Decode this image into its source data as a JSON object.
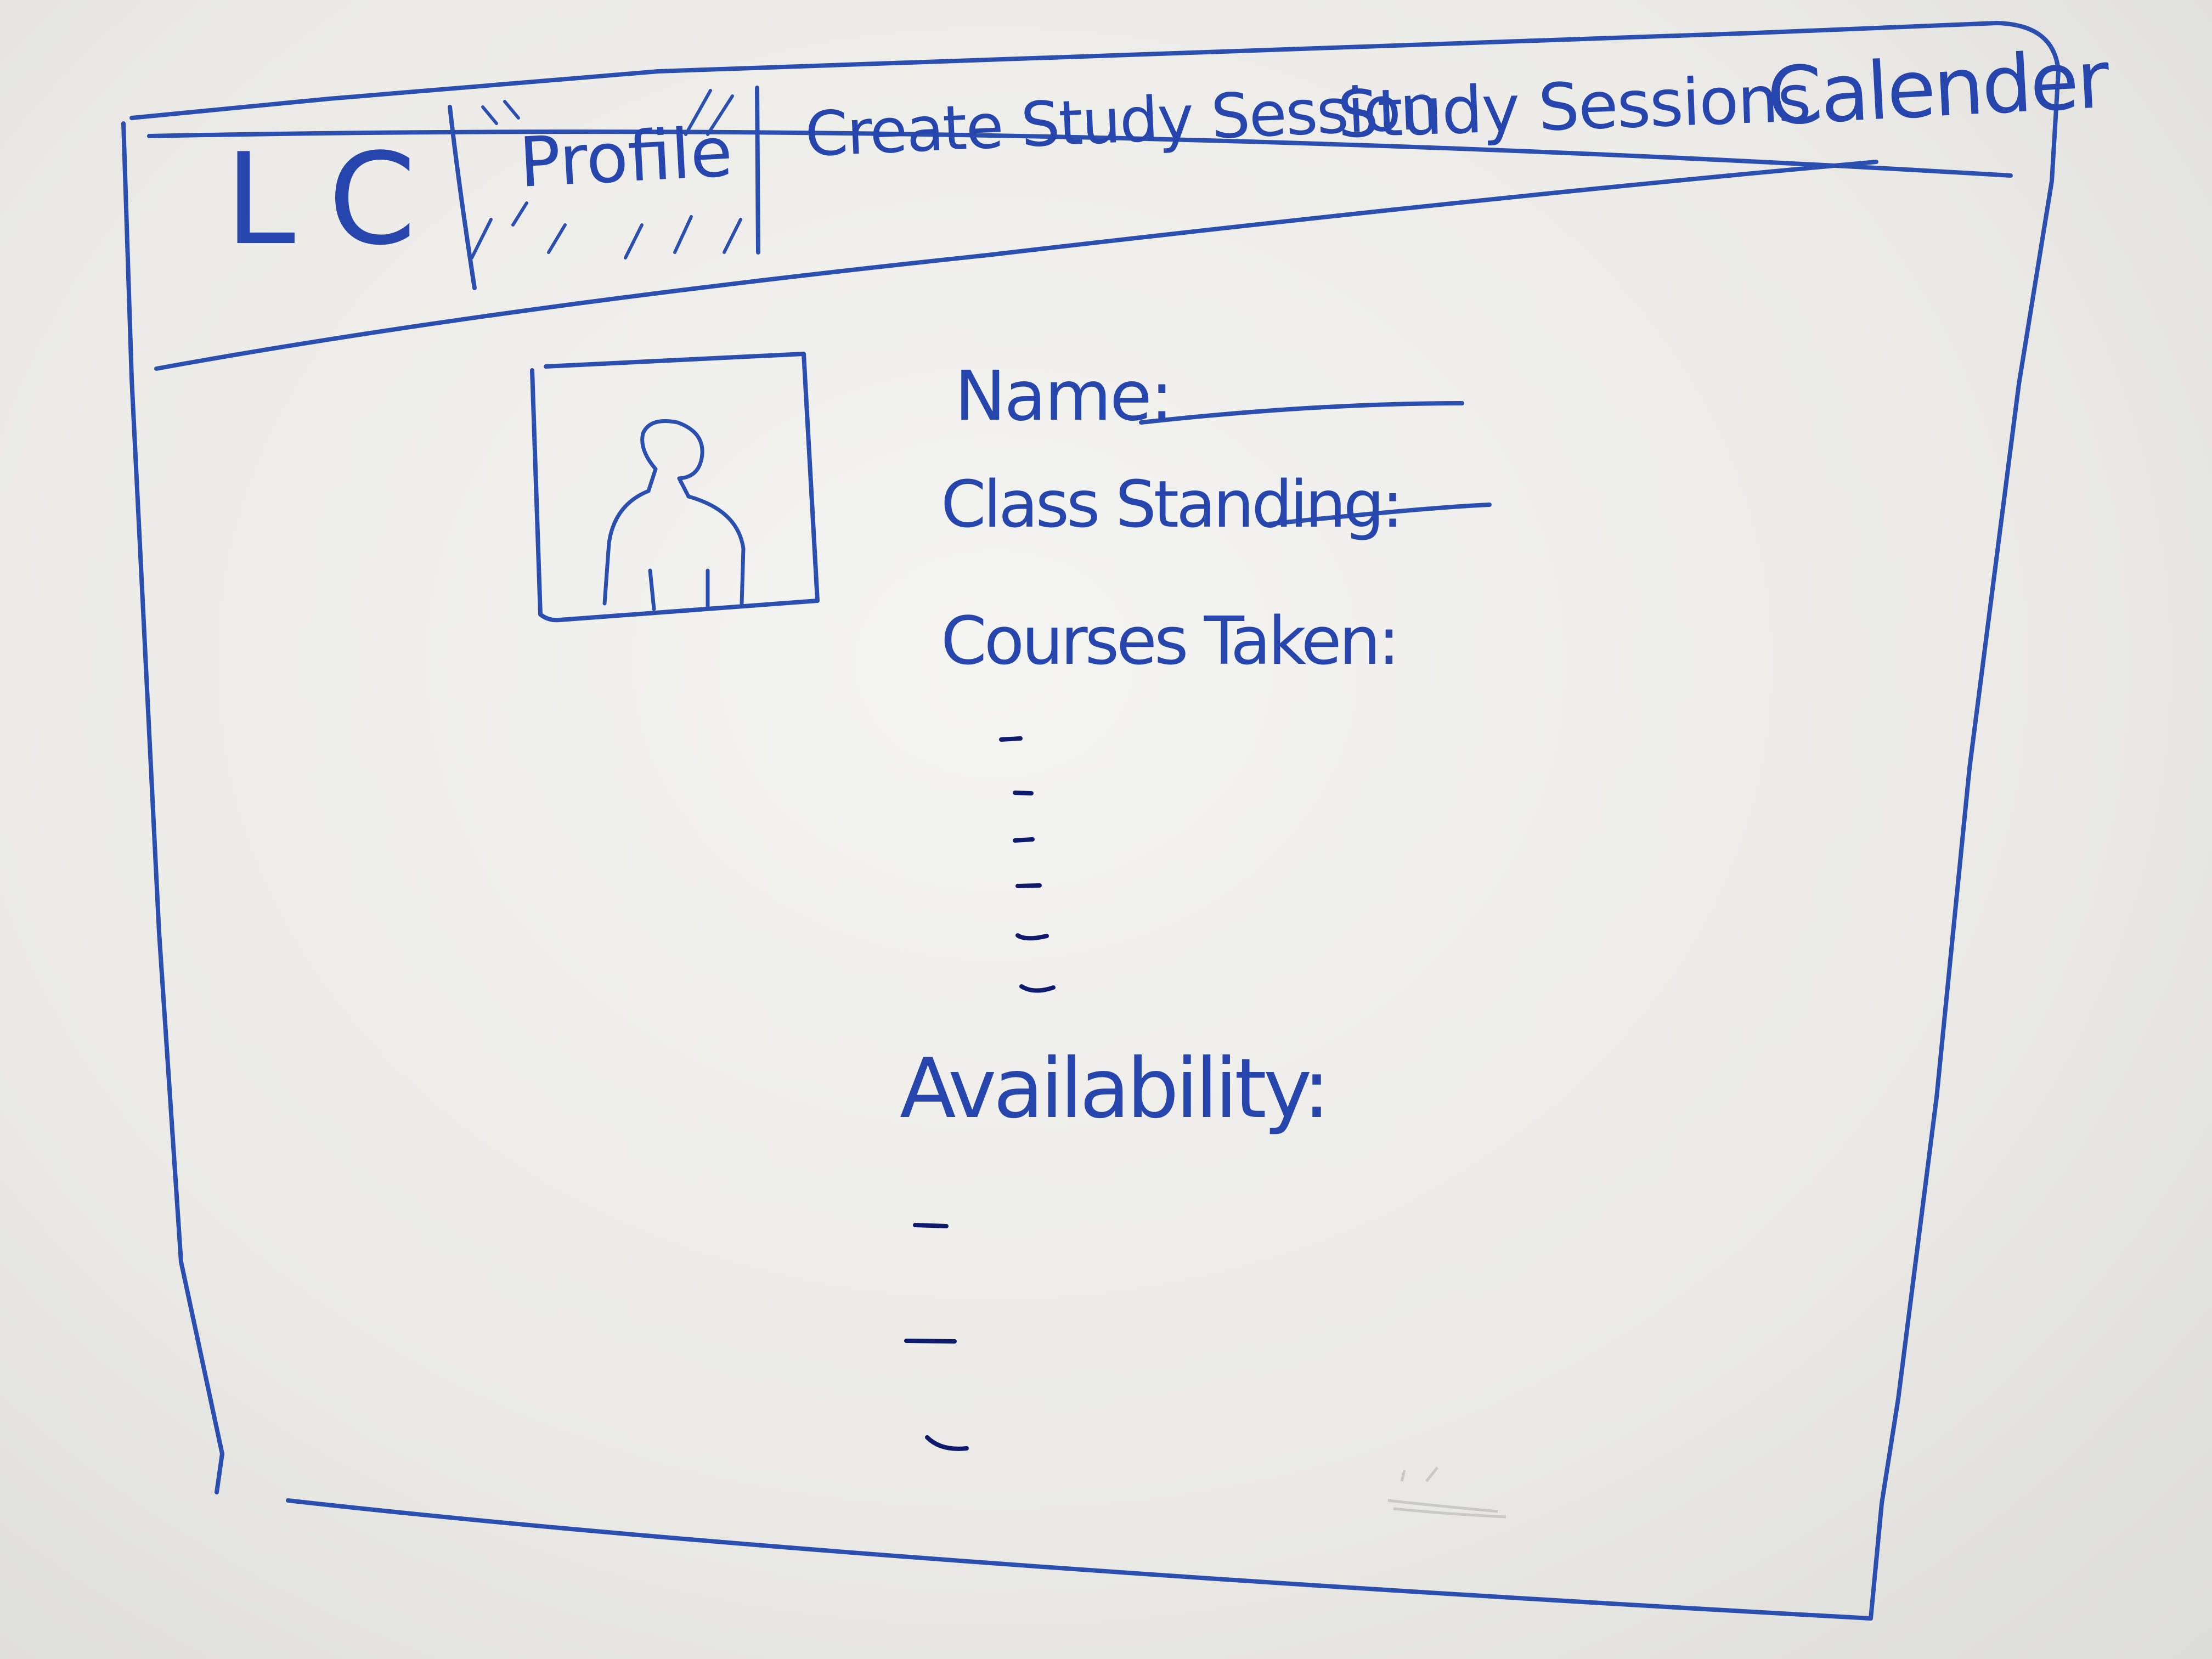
{
  "header": {
    "logo": "LC",
    "nav": [
      {
        "label": "Profile",
        "active": true
      },
      {
        "label": "Create Study Session",
        "active": false
      },
      {
        "label": "Study Sessions",
        "active": false
      },
      {
        "label": "Calender",
        "active": false
      }
    ]
  },
  "profile": {
    "avatar_icon": "person-silhouette-icon",
    "fields": [
      {
        "label": "Name:",
        "value": ""
      },
      {
        "label": "Class Standing:",
        "value": ""
      }
    ],
    "courses_label": "Courses Taken:",
    "courses_placeholder_count": 6,
    "availability_label": "Availability:",
    "availability_placeholder_count": 3
  },
  "colors": {
    "marker_ink": "#2646ad",
    "placeholder_ink": "#0d1a6e",
    "board": "#ecebe8"
  }
}
